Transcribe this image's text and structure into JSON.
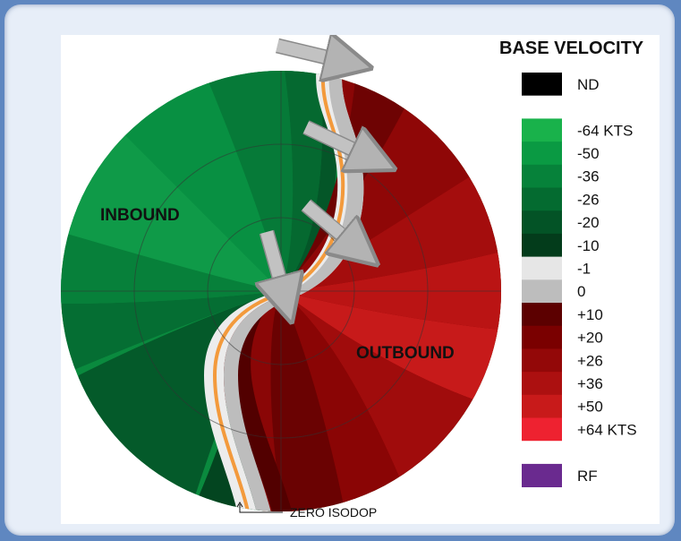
{
  "title": "BASE VELOCITY",
  "labels": {
    "inbound": "INBOUND",
    "outbound": "OUTBOUND",
    "zero_isodop": "ZERO ISODOP"
  },
  "legend": [
    {
      "label": "ND",
      "color": "#000000"
    },
    {
      "label": "",
      "color": "#ffffff"
    },
    {
      "label": "-64 KTS",
      "color": "#19b24b"
    },
    {
      "label": "-50",
      "color": "#0a9a43"
    },
    {
      "label": "-36",
      "color": "#06823a"
    },
    {
      "label": "-26",
      "color": "#046b30"
    },
    {
      "label": "-20",
      "color": "#035326"
    },
    {
      "label": "-10",
      "color": "#033c1b"
    },
    {
      "label": "-1",
      "color": "#e6e6e6"
    },
    {
      "label": "0",
      "color": "#bdbdbd"
    },
    {
      "label": "+10",
      "color": "#5c0000"
    },
    {
      "label": "+20",
      "color": "#7a0000"
    },
    {
      "label": "+26",
      "color": "#930808"
    },
    {
      "label": "+36",
      "color": "#ac1010"
    },
    {
      "label": "+50",
      "color": "#c81a1a"
    },
    {
      "label": "+64 KTS",
      "color": "#ee2230"
    },
    {
      "label": "",
      "color": "#ffffff"
    },
    {
      "label": "RF",
      "color": "#6a2a8f"
    }
  ]
}
